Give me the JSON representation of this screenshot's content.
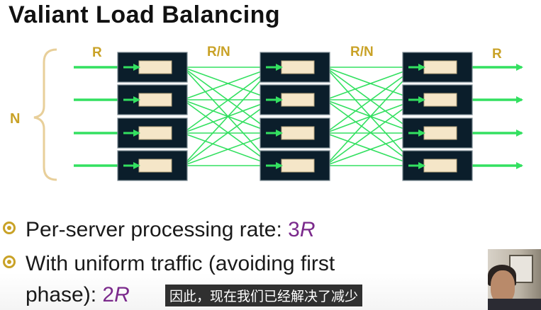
{
  "slide": {
    "title": "Valiant Load Balancing"
  },
  "diagram": {
    "label_N": "N",
    "label_input_rate": "R",
    "label_stage1_rate": "R/N",
    "label_stage2_rate": "R/N",
    "label_output_rate": "R",
    "stages": 3,
    "servers_per_stage": 4,
    "colors": {
      "server_fill": "#0b1e2b",
      "slot_fill": "#f5e6c8",
      "arrow_green": "#33e060",
      "brace_gold": "#e8cf9a",
      "label_gold": "#c9a227"
    }
  },
  "bullets": [
    {
      "text": "Per-server processing rate: ",
      "value": "3",
      "unit": "R"
    },
    {
      "text": "With uniform traffic (avoiding first",
      "continuation": "phase): ",
      "value": "2",
      "unit": "R"
    }
  ],
  "subtitle": {
    "text": "因此，现在我们已经解决了减少"
  }
}
